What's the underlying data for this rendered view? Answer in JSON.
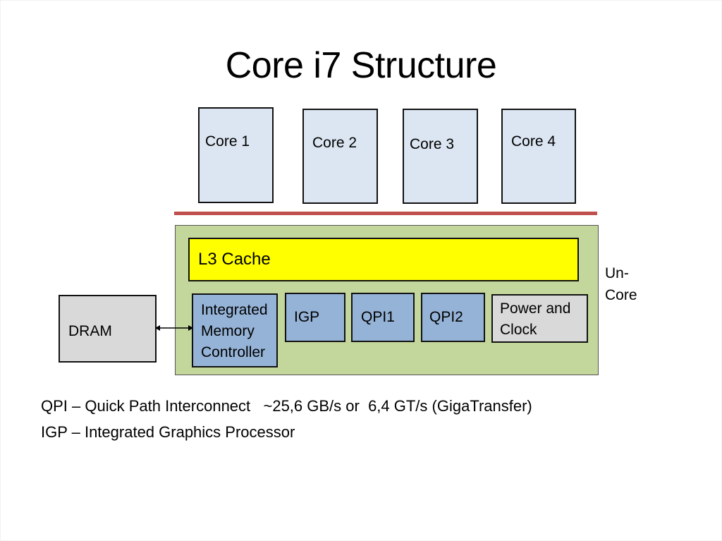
{
  "slide": {
    "title": "Core i7 Structure"
  },
  "cores": [
    {
      "label": "Core 1"
    },
    {
      "label": "Core 2"
    },
    {
      "label": "Core 3"
    },
    {
      "label": "Core 4"
    }
  ],
  "uncore": {
    "label_line1": "Un-",
    "label_line2": "Core",
    "l3_cache": "L3 Cache",
    "imc": {
      "line1": "Integrated",
      "line2": "Memory",
      "line3": "Controller"
    },
    "igp": "IGP",
    "qpi1": "QPI1",
    "qpi2": "QPI2",
    "power": {
      "line1": "Power and",
      "line2": "Clock"
    }
  },
  "dram": {
    "label": "DRAM"
  },
  "connector": {
    "type": "bidirectional-arrow",
    "from": "DRAM",
    "to": "Integrated Memory Controller"
  },
  "colors": {
    "core_fill": "#dce6f2",
    "separator": "#c0504d",
    "uncore_fill": "#c3d69b",
    "l3_fill": "#ffff00",
    "unit_fill": "#95b3d7",
    "gray_fill": "#d9d9d9"
  },
  "footnotes": [
    "QPI – Quick Path Interconnect   ~25,6 GB/s or  6,4 GT/s (GigaTransfer)",
    "IGP – Integrated Graphics Processor"
  ]
}
